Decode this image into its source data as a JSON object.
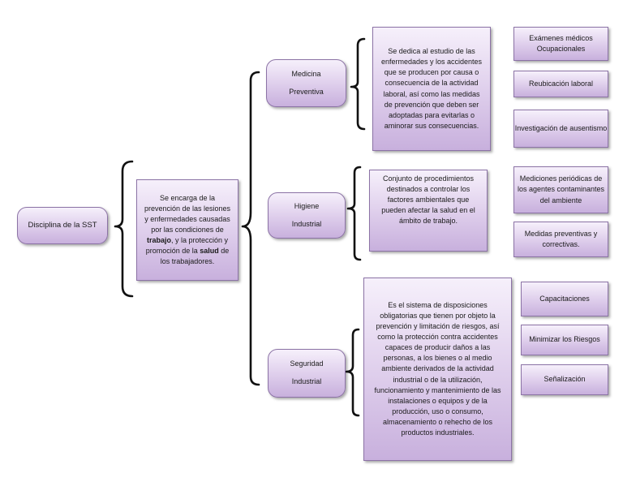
{
  "root": {
    "label": "Disciplina de la SST"
  },
  "definition": {
    "part1": "Se encarga de la prevención de las lesiones y enfermedades causadas por las condiciones de ",
    "bold1": "trabajo",
    "part2": ", y la protección y promoción de la ",
    "bold2": "salud",
    "part3": " de los trabajadores."
  },
  "branches": [
    {
      "title_line1": "Medicina",
      "title_line2": "Preventiva",
      "description": "Se dedica al estudio de las enfermedades y los accidentes que se producen por causa o consecuencia de la actividad laboral, así como las medidas de prevención que deben ser adoptadas para evitarlas o aminorar sus consecuencias.",
      "items": [
        "Exámenes médicos Ocupacionales",
        "Reubicación laboral",
        "Investigación de ausentismo"
      ]
    },
    {
      "title_line1": "Higiene",
      "title_line2": "Industrial",
      "description": "Conjunto de procedimientos destinados a controlar los factores ambientales que pueden afectar la salud en el ámbito de trabajo.",
      "items": [
        "Mediciones periódicas de los agentes contaminantes del ambiente",
        "Medidas preventivas y correctivas."
      ]
    },
    {
      "title_line1": "Seguridad",
      "title_line2": "Industrial",
      "description": "Es el sistema de disposiciones obligatorias que tienen por objeto la prevención y limitación de riesgos, así como la protección contra accidentes capaces de producir daños a las personas, a los bienes o al medio ambiente derivados de la actividad industrial o de la utilización, funcionamiento y mantenimiento de las instalaciones o equipos y de la producción, uso o consumo, almacenamiento o rehecho de los productos industriales.",
      "items": [
        "Capacitaciones",
        "Minimizar los Riesgos",
        "Señalización"
      ]
    }
  ]
}
